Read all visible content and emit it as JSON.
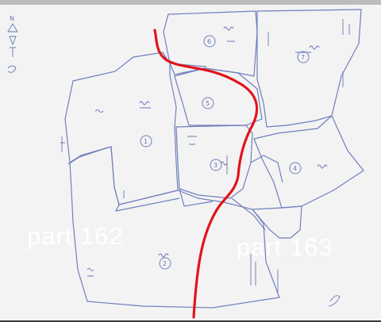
{
  "map": {
    "region_labels": [
      {
        "id": "west",
        "text": "part 162"
      },
      {
        "id": "east",
        "text": "part 163"
      }
    ],
    "north_marker": "N",
    "plot_numbers": [
      "1",
      "2",
      "3",
      "4",
      "5",
      "6",
      "7"
    ],
    "colors": {
      "paper": "#f2f2f2",
      "pencil": "#6f7fbf",
      "divider": "#e0141b",
      "label": "#ffffff"
    }
  }
}
